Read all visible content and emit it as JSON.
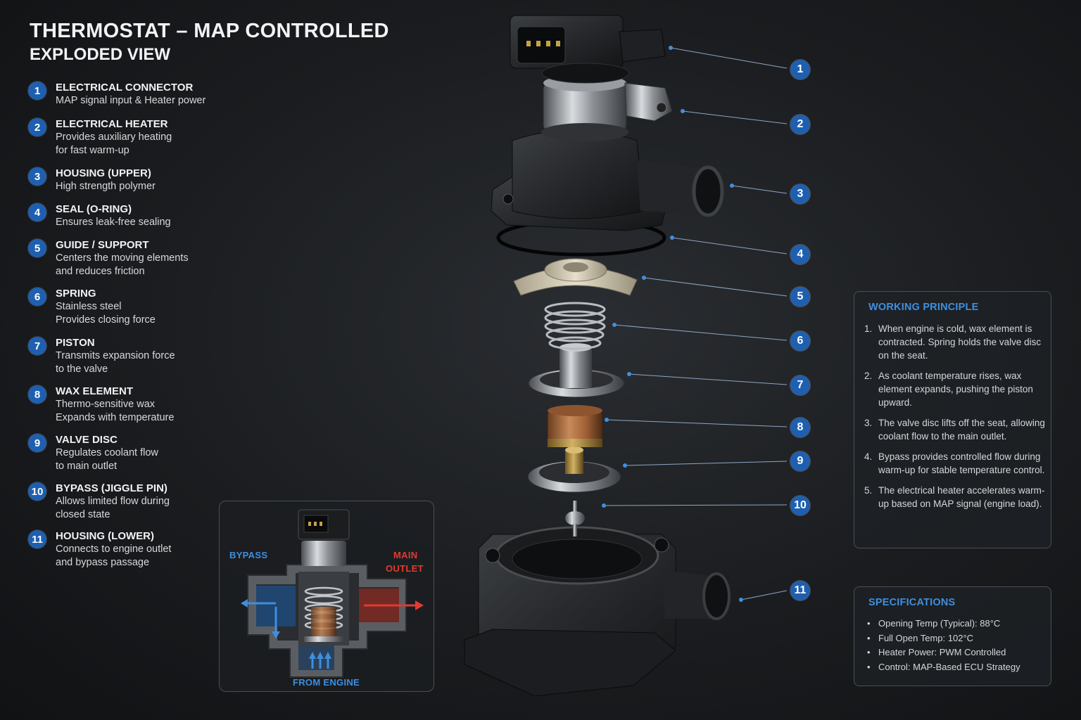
{
  "header": {
    "title": "THERMOSTAT – MAP CONTROLLED",
    "subtitle": "EXPLODED VIEW"
  },
  "legend": [
    {
      "num": "1",
      "name": "ELECTRICAL CONNECTOR",
      "desc": "MAP signal input & Heater power"
    },
    {
      "num": "2",
      "name": "ELECTRICAL HEATER",
      "desc": "Provides auxiliary heating\nfor fast warm-up"
    },
    {
      "num": "3",
      "name": "HOUSING (UPPER)",
      "desc": "High strength polymer"
    },
    {
      "num": "4",
      "name": "SEAL (O-RING)",
      "desc": "Ensures leak-free sealing"
    },
    {
      "num": "5",
      "name": "GUIDE / SUPPORT",
      "desc": "Centers the moving elements\nand reduces friction"
    },
    {
      "num": "6",
      "name": "SPRING",
      "desc": "Stainless steel\nProvides closing force"
    },
    {
      "num": "7",
      "name": "PISTON",
      "desc": "Transmits expansion force\nto the valve"
    },
    {
      "num": "8",
      "name": "WAX ELEMENT",
      "desc": "Thermo-sensitive wax\nExpands with temperature"
    },
    {
      "num": "9",
      "name": "VALVE DISC",
      "desc": "Regulates coolant flow\nto main outlet"
    },
    {
      "num": "10",
      "name": "BYPASS (JIGGLE PIN)",
      "desc": "Allows limited flow during\nclosed state"
    },
    {
      "num": "11",
      "name": "HOUSING (LOWER)",
      "desc": "Connects to engine outlet\nand bypass passage"
    }
  ],
  "callouts": [
    "1",
    "2",
    "3",
    "4",
    "5",
    "6",
    "7",
    "8",
    "9",
    "10",
    "11"
  ],
  "working_principle": {
    "title": "WORKING PRINCIPLE",
    "items": [
      {
        "num": "1.",
        "text": "When engine is cold, wax element is contracted. Spring holds the valve disc on the seat."
      },
      {
        "num": "2.",
        "text": "As coolant temperature rises, wax element expands, pushing the piston upward."
      },
      {
        "num": "3.",
        "text": "The valve disc lifts off the seat, allowing coolant flow to the main outlet."
      },
      {
        "num": "4.",
        "text": "Bypass provides controlled flow during warm-up for stable temperature control."
      },
      {
        "num": "5.",
        "text": "The electrical heater accelerates warm-up based on MAP signal (engine load)."
      }
    ]
  },
  "specifications": {
    "title": "SPECIFICATIONS",
    "items": [
      "Opening Temp (Typical): 88°C",
      "Full Open Temp: 102°C",
      "Heater Power: PWM Controlled",
      "Control: MAP-Based ECU Strategy"
    ]
  },
  "inset": {
    "bypass_label": "BYPASS",
    "main_outlet_label_1": "MAIN",
    "main_outlet_label_2": "OUTLET",
    "from_engine_label": "FROM ENGINE"
  },
  "colors": {
    "accent_blue": "#1f5fb0",
    "heading_blue": "#3f8fe0",
    "bypass_blue": "#3d8fe0",
    "outlet_red": "#e23a30"
  }
}
